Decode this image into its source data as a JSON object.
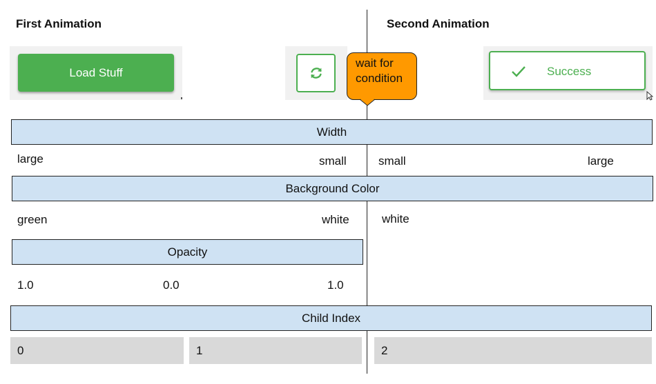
{
  "headings": {
    "first": "First Animation",
    "second": "Second Animation"
  },
  "buttons": {
    "load_label": "Load Stuff",
    "success_label": "Success"
  },
  "callout": {
    "line1": "wait for",
    "line2": "condition"
  },
  "bands": {
    "width": "Width",
    "background_color": "Background Color",
    "opacity": "Opacity",
    "child_index": "Child Index"
  },
  "width_row": {
    "first_start": "large",
    "first_end": "small",
    "second_start": "small",
    "second_end": "large"
  },
  "color_row": {
    "first_start": "green",
    "first_end": "white",
    "second": "white"
  },
  "opacity_row": {
    "v1": "1.0",
    "v2": "0.0",
    "v3": "1.0"
  },
  "child_index_row": {
    "c0": "0",
    "c1": "1",
    "c2": "2"
  },
  "colors": {
    "band": "#cfe2f3",
    "button_green": "#4caf50",
    "callout": "#ff9900",
    "cell_gray": "#d9d9d9"
  },
  "icons": [
    "refresh-icon",
    "check-icon",
    "cursor-icon"
  ]
}
